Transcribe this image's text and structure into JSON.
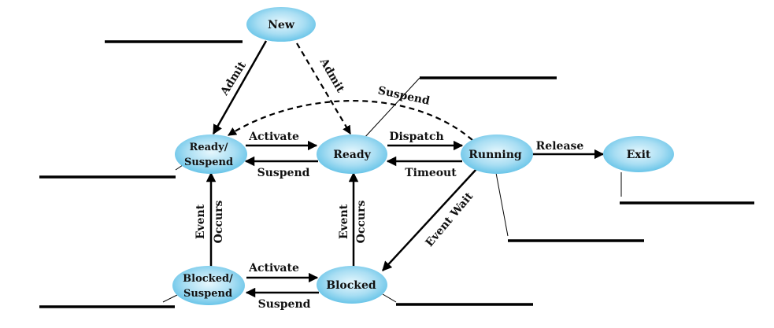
{
  "states": {
    "new": "New",
    "ready_suspend_line1": "Ready/",
    "ready_suspend_line2": "Suspend",
    "ready": "Ready",
    "running": "Running",
    "exit": "Exit",
    "blocked_suspend_line1": "Blocked/",
    "blocked_suspend_line2": "Suspend",
    "blocked": "Blocked"
  },
  "transitions": {
    "admit_to_ready_suspend": "Admit",
    "admit_to_ready": "Admit",
    "suspend_running_to_ready_suspend": "Suspend",
    "activate_rs_to_ready": "Activate",
    "suspend_ready_to_rs": "Suspend",
    "dispatch": "Dispatch",
    "timeout": "Timeout",
    "release": "Release",
    "event_occurs_bs_line1": "Event",
    "event_occurs_bs_line2": "Occurs",
    "event_occurs_b_line1": "Event",
    "event_occurs_b_line2": "Occurs",
    "event_wait": "Event Wait",
    "activate_bs_to_blocked": "Activate",
    "suspend_blocked_to_bs": "Suspend"
  },
  "colors": {
    "state_fill_center": "#d6f1fb",
    "state_fill_edge": "#5bbfe6",
    "line": "#000000"
  }
}
